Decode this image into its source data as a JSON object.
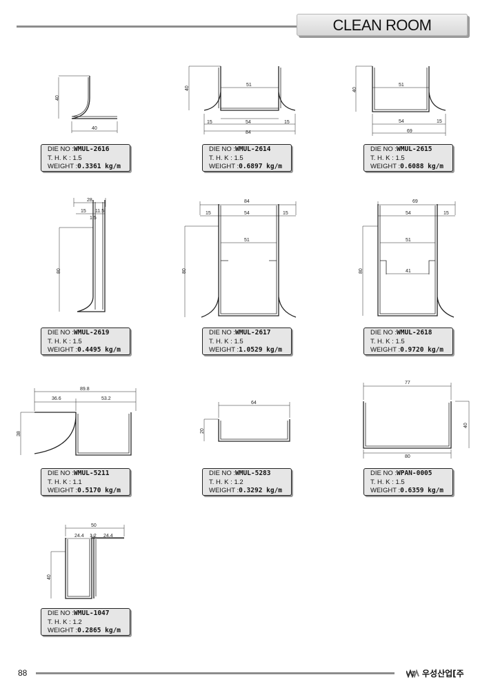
{
  "header": {
    "title": "CLEAN ROOM"
  },
  "footer": {
    "page_number": "88",
    "company": "우성산업[주"
  },
  "labels": {
    "die_no": "DIE NO :",
    "thk": "T. H. K :",
    "weight": "WEIGHT :"
  },
  "profiles": [
    {
      "die_no": "WMUL-2616",
      "thk": "1.5",
      "weight": "0.3361 kg/m",
      "dims": [
        "40",
        "40"
      ]
    },
    {
      "die_no": "WMUL-2614",
      "thk": "1.5",
      "weight": "0.6897 kg/m",
      "dims": [
        "40",
        "51",
        "15",
        "54",
        "15",
        "84"
      ]
    },
    {
      "die_no": "WMUL-2615",
      "thk": "1.5",
      "weight": "0.6088 kg/m",
      "dims": [
        "40",
        "51",
        "54",
        "15",
        "69"
      ]
    },
    {
      "die_no": "WMUL-2619",
      "thk": "1.5",
      "weight": "0.4495 kg/m",
      "dims": [
        "28",
        "15",
        "11.5",
        "1.5",
        "80"
      ]
    },
    {
      "die_no": "WMUL-2617",
      "thk": "1.5",
      "weight": "1.0529 kg/m",
      "dims": [
        "84",
        "15",
        "54",
        "15",
        "51",
        "80"
      ]
    },
    {
      "die_no": "WMUL-2618",
      "thk": "1.5",
      "weight": "0.9720 kg/m",
      "dims": [
        "69",
        "54",
        "15",
        "51",
        "80",
        "41"
      ]
    },
    {
      "die_no": "WMUL-5211",
      "thk": "1.1",
      "weight": "0.5170 kg/m",
      "dims": [
        "89.8",
        "36.6",
        "53.2",
        "38"
      ]
    },
    {
      "die_no": "WMUL-5283",
      "thk": "1.2",
      "weight": "0.3292 kg/m",
      "dims": [
        "64",
        "20"
      ]
    },
    {
      "die_no": "WPAN-0005",
      "thk": "1.5",
      "weight": "0.6359 kg/m",
      "dims": [
        "77",
        "40",
        "80"
      ]
    },
    {
      "die_no": "WMUL-1047",
      "thk": "1.2",
      "weight": "0.2865 kg/m",
      "dims": [
        "50",
        "24.4",
        "1.2",
        "24.4",
        "40"
      ]
    }
  ]
}
